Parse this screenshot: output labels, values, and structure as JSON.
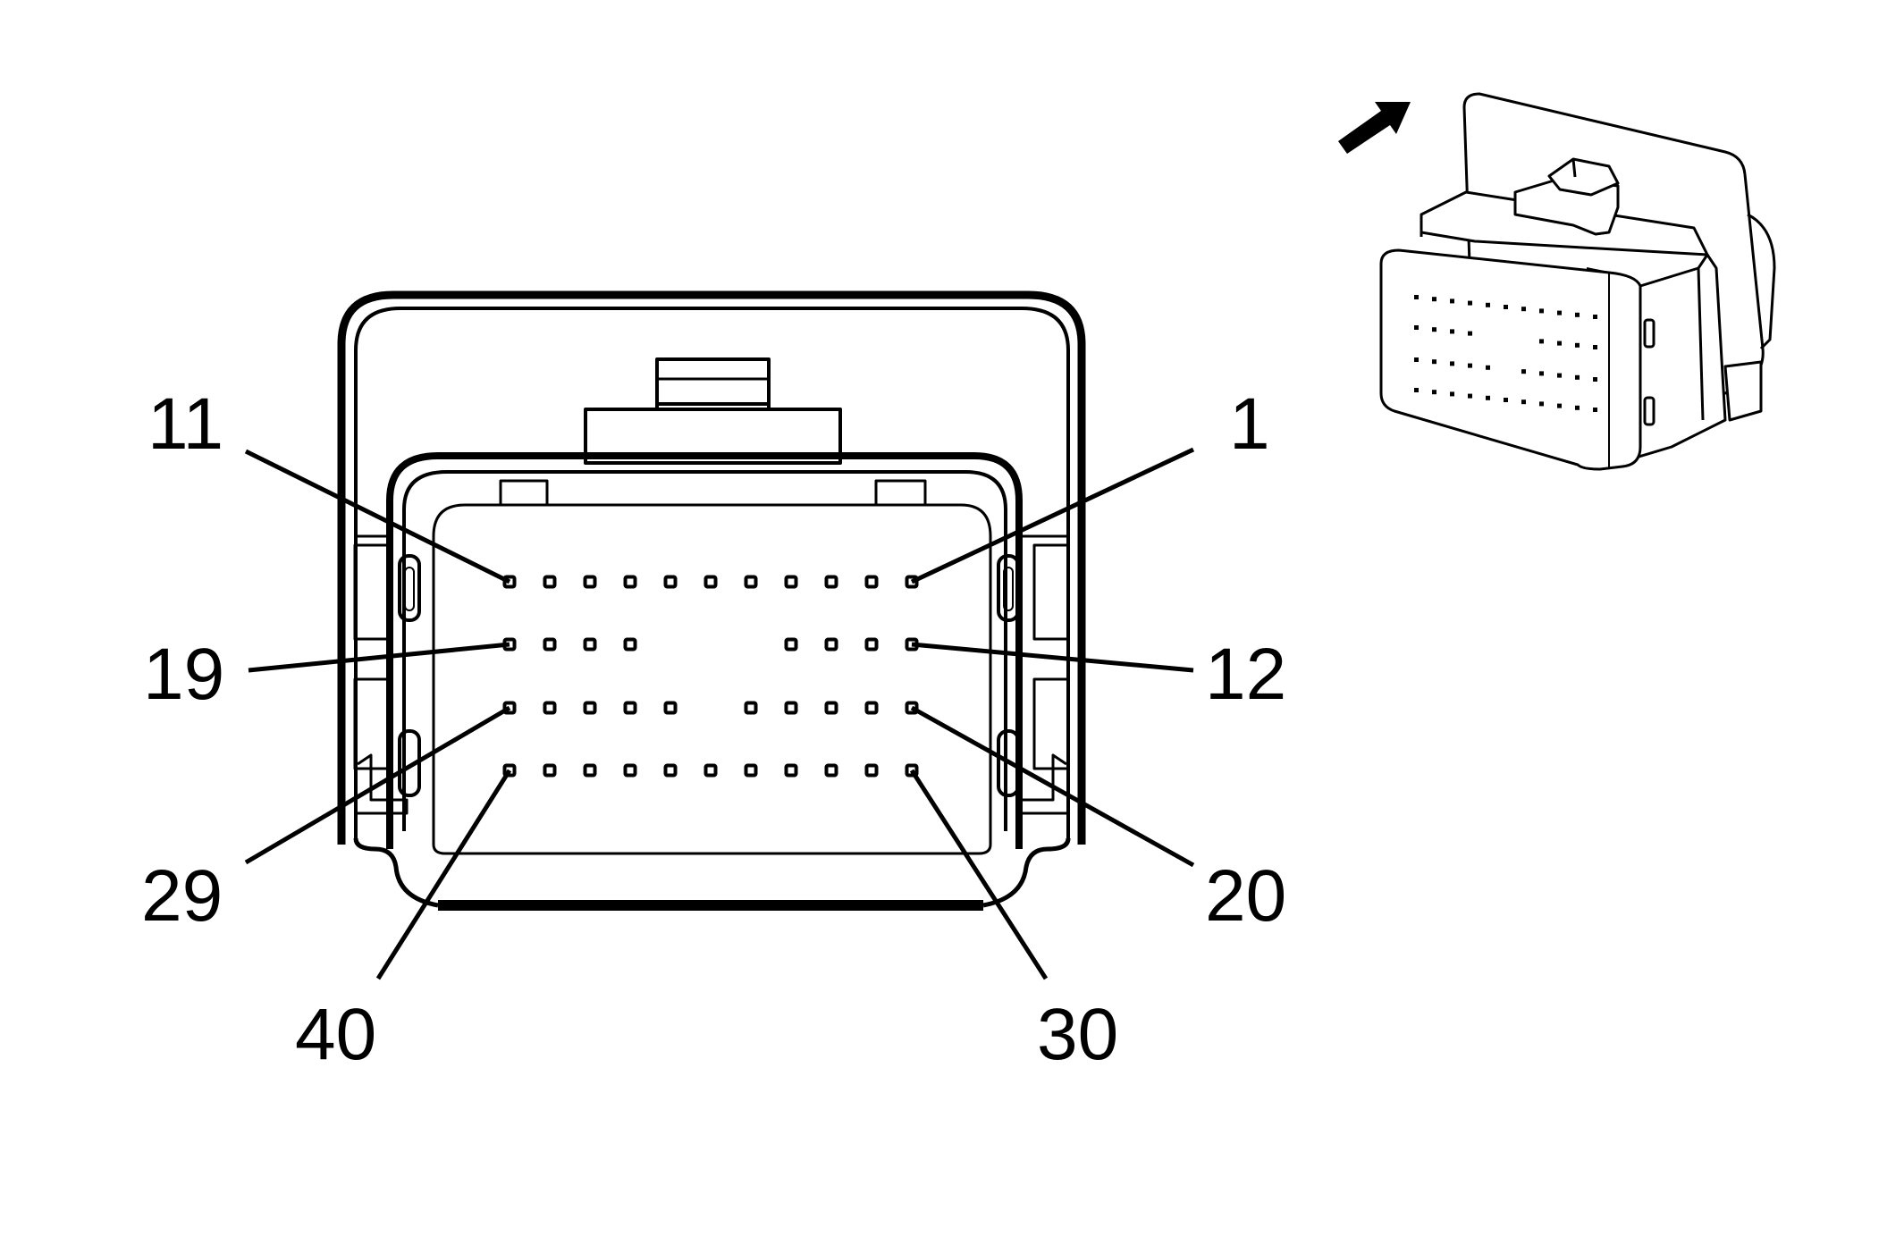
{
  "colors": {
    "line": "#000000",
    "background": "#ffffff"
  },
  "connector": {
    "rows": [
      {
        "first": 11,
        "last": 1,
        "count": 11
      },
      {
        "first": 19,
        "last": 12,
        "count": 8,
        "gap_after": 4
      },
      {
        "first": 29,
        "last": 20,
        "count": 10,
        "gap_after": 5
      },
      {
        "first": 40,
        "last": 30,
        "count": 11
      }
    ],
    "labels": {
      "pin_11": "11",
      "pin_1": "1",
      "pin_19": "19",
      "pin_12": "12",
      "pin_29": "29",
      "pin_20": "20",
      "pin_40": "40",
      "pin_30": "30"
    }
  },
  "inset": {
    "view": "connector-isometric-view",
    "arrow_icon": "view-direction-arrow-icon"
  }
}
